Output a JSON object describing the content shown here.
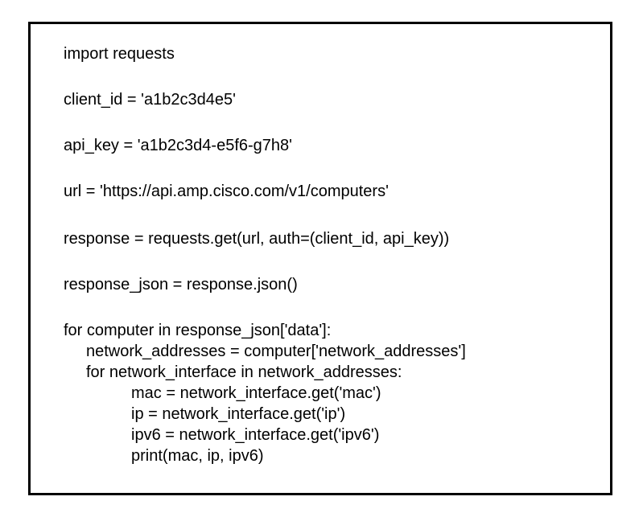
{
  "code": {
    "lines": [
      "import requests",
      "client_id = 'a1b2c3d4e5'",
      "api_key = 'a1b2c3d4-e5f6-g7h8'",
      "url = 'https://api.amp.cisco.com/v1/computers'",
      "response = requests.get(url, auth=(client_id, api_key))",
      "response_json = response.json()",
      "for computer in response_json['data']:",
      "network_addresses = computer['network_addresses']",
      "for network_interface in network_addresses:",
      "mac = network_interface.get('mac')",
      "ip = network_interface.get('ip')",
      "ipv6 = network_interface.get('ipv6')",
      "print(mac, ip, ipv6)"
    ]
  }
}
